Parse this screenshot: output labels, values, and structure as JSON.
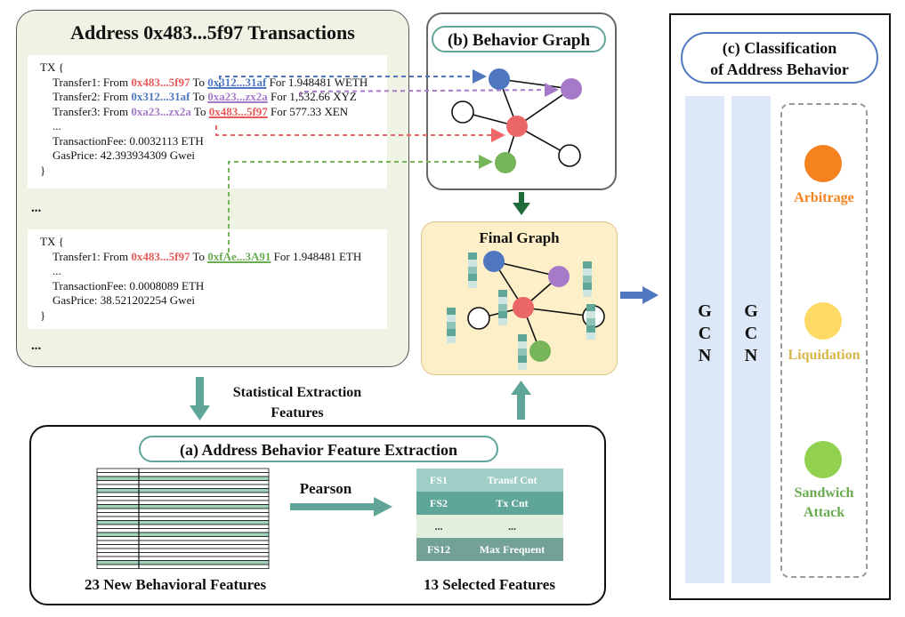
{
  "tx_panel": {
    "title": "Address 0x483...5f97  Transactions",
    "tx1": {
      "open": "TX {",
      "t1_pre": "Transfer1: From ",
      "t1_from": "0x483...5f97",
      "t1_mid": " To ",
      "t1_to": "0x312...31af",
      "t1_post": " For 1.948481 WETH",
      "t2_pre": "Transfer2: From ",
      "t2_from": "0x312...31af",
      "t2_mid": " To ",
      "t2_to": "0xa23...zx2a",
      "t2_post": " For 1,532.66 XYZ",
      "t3_pre": "Transfer3: From ",
      "t3_from": "0xa23...zx2a",
      "t3_mid": " To ",
      "t3_to": "0x483...5f97",
      "t3_post": " For 577.33 XEN",
      "ellipsis": "...",
      "fee": "TransactionFee: 0.0032113 ETH",
      "gas": "GasPrice: 42.393934309 Gwei",
      "close": "}"
    },
    "gap_ellipsis": "...",
    "tx2": {
      "open": "TX {",
      "t1_pre": "Transfer1: From ",
      "t1_from": "0x483...5f97",
      "t1_mid": " To ",
      "t1_to": "0xfAe...3A91",
      "t1_post": "  For 1.948481 ETH",
      "ellipsis": "...",
      "fee": "TransactionFee: 0.0008089 ETH",
      "gas": "GasPrice: 38.521202254 Gwei",
      "close": "}"
    },
    "end_ellipsis": "..."
  },
  "behavior_graph": {
    "title": "(b) Behavior Graph"
  },
  "final_graph": {
    "title": "Final Graph"
  },
  "stat_label": {
    "line1": "Statistical Extraction",
    "line2": "Features"
  },
  "feature_panel": {
    "title": "(a) Address Behavior Feature Extraction",
    "pearson": "Pearson",
    "left_caption": "23 New Behavioral Features",
    "right_caption": "13 Selected Features",
    "table": [
      {
        "id": "FS1",
        "name": "Transf Cnt"
      },
      {
        "id": "FS2",
        "name": "Tx Cnt"
      },
      {
        "id": "...",
        "name": "..."
      },
      {
        "id": "FS12",
        "name": "Max Frequent"
      }
    ]
  },
  "classification": {
    "title_line1": "(c) Classification",
    "title_line2": "of Address Behavior",
    "gcn1": [
      "G",
      "C",
      "N"
    ],
    "gcn2": [
      "G",
      "C",
      "N"
    ],
    "classes": [
      {
        "label_line1": "Arbitrage",
        "label_line2": "",
        "color": "#f5821f"
      },
      {
        "label_line1": "Liquidation",
        "label_line2": "",
        "color": "#ffd966"
      },
      {
        "label_line1": "Sandwich",
        "label_line2": "Attack",
        "color": "#92d050"
      }
    ]
  },
  "colors": {
    "node_blue": "#4f78c0",
    "node_purple": "#a67ac9",
    "node_red": "#eb6666",
    "node_green": "#77b55a",
    "teal": "#5fa698",
    "panel_green": "#eef3e3",
    "panel_yellow": "#fdf0c8"
  }
}
